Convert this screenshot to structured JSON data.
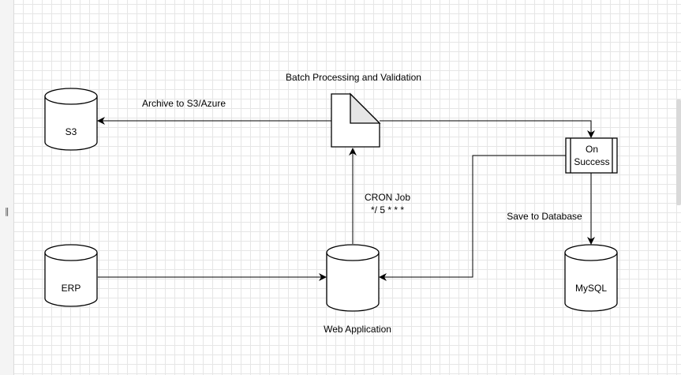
{
  "nodes": {
    "s3": {
      "label": "S3",
      "shape": "cylinder"
    },
    "erp": {
      "label": "ERP",
      "shape": "cylinder"
    },
    "web_app": {
      "label": "Web Application",
      "shape": "cylinder"
    },
    "mysql": {
      "label": "MySQL",
      "shape": "cylinder"
    },
    "batch": {
      "label": "Batch Processing and Validation",
      "shape": "note"
    },
    "on_success": {
      "label": "On\nSuccess",
      "shape": "process"
    }
  },
  "edges": {
    "archive": {
      "from": "batch",
      "to": "s3",
      "label": "Archive to S3/Azure"
    },
    "cron": {
      "from": "web_app",
      "to": "batch",
      "label": "CRON Job\n*/ 5 * * *"
    },
    "save": {
      "from": "on_success",
      "to": "mysql",
      "label": "Save to Database"
    },
    "erp_to_web": {
      "from": "erp",
      "to": "web_app",
      "label": ""
    },
    "batch_to_success": {
      "from": "batch",
      "to": "on_success",
      "label": ""
    },
    "success_to_web": {
      "from": "on_success",
      "to": "web_app",
      "label": ""
    }
  },
  "ui": {
    "sash_glyph": "‖"
  },
  "colors": {
    "stroke": "#000000",
    "fill": "#ffffff",
    "note_fold": "#e6e6e6",
    "grid": "#e6e6e6"
  }
}
